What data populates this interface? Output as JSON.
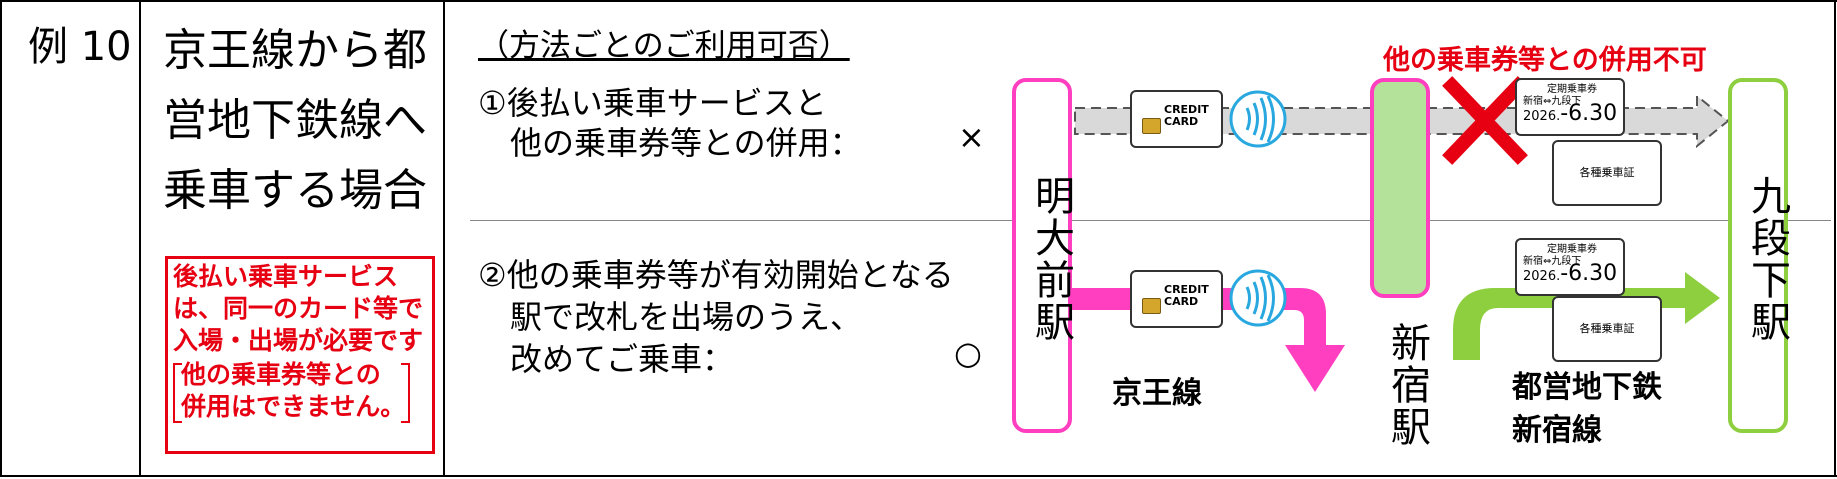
{
  "example_label": "例 10",
  "case_title": [
    "京王線から都",
    "営地下鉄線へ",
    "乗車する場合"
  ],
  "notice": {
    "lines": [
      "後払い乗車サービス",
      "は、同一のカード等で",
      "入場・出場が必要です"
    ],
    "paren_lines": [
      "他の乗車券等との",
      "併用はできません。"
    ]
  },
  "section_header": "（方法ごとのご利用可否）",
  "option1": {
    "lines": [
      "①後払い乗車サービスと",
      "　他の乗車券等との併用："
    ],
    "result": "×"
  },
  "option2": {
    "lines": [
      "②他の乗車券等が有効開始となる",
      "　駅で改札を出場のうえ、",
      "　改めてご乗車："
    ],
    "result": "○"
  },
  "warning": "他の乗車券等との併用不可",
  "stations": {
    "meidaimae": "明大前駅",
    "shinjuku": "新宿駅",
    "kudanshita": "九段下駅"
  },
  "lines_labels": {
    "keio": "京王線",
    "toei": [
      "都営地下鉄",
      "新宿線"
    ]
  },
  "credit_card": [
    "CREDIT",
    "CARD"
  ],
  "pass": {
    "title": "定期乗車券",
    "route": "新宿⇔九段下",
    "year": "2026.",
    "date": "-6.30"
  },
  "cert_label": "各種乗車証",
  "colors": {
    "red": "#e60012",
    "pink": "#ff3fbf",
    "green": "#8dcf3f",
    "green_fill": "#b5e29a",
    "nfc_blue": "#29a8e0",
    "arrow_gray": "#d9d9d9"
  }
}
